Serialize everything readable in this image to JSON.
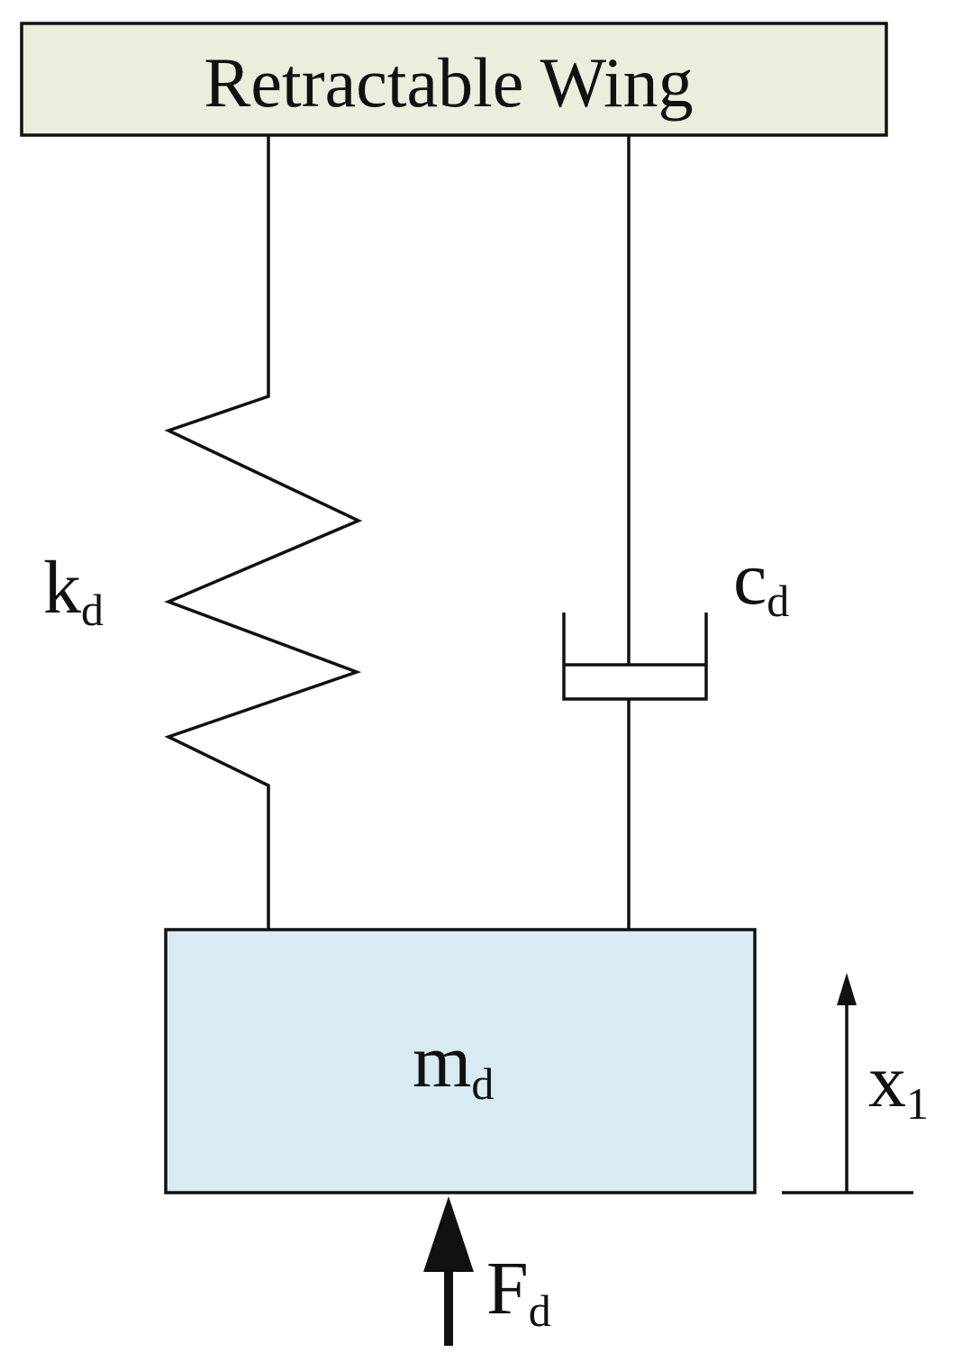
{
  "wing": {
    "label": "Retractable Wing",
    "fill": "#e9efdc"
  },
  "spring": {
    "symbol": "k",
    "subscript": "d"
  },
  "damper": {
    "symbol": "c",
    "subscript": "d"
  },
  "mass": {
    "symbol": "m",
    "subscript": "d",
    "fill": "#d8ebf2"
  },
  "displacement": {
    "symbol": "x",
    "subscript": "1"
  },
  "force": {
    "symbol": "F",
    "subscript": "d"
  },
  "colors": {
    "stroke": "#111111"
  }
}
